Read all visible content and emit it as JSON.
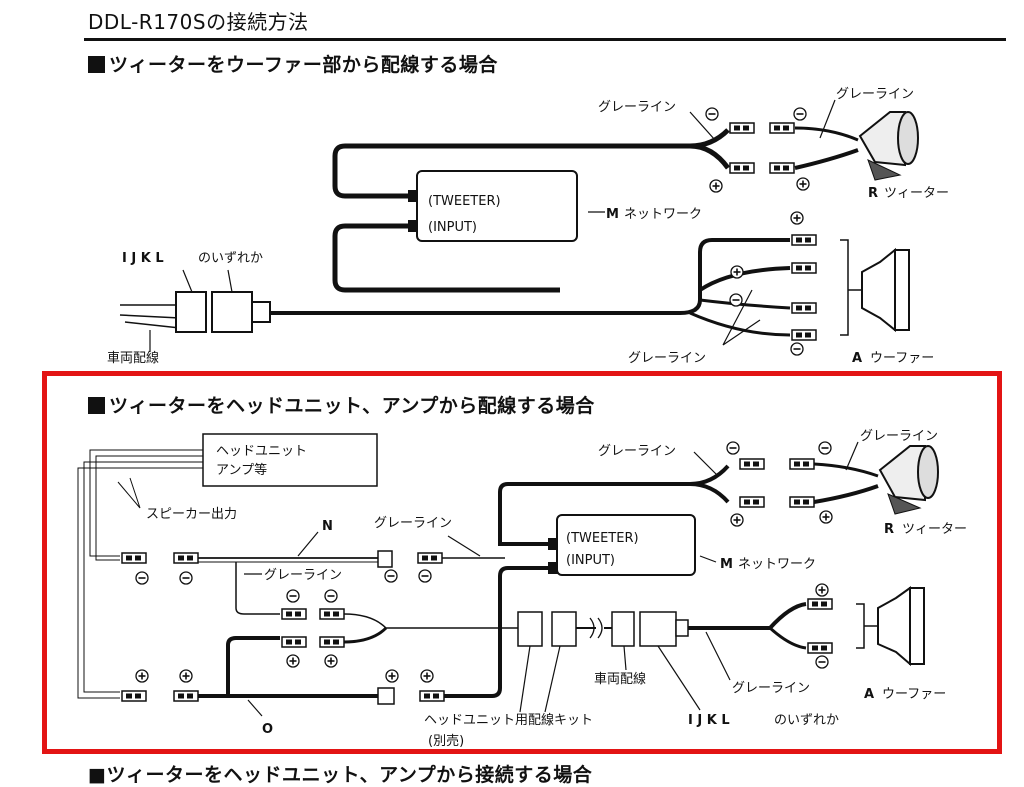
{
  "title": "DDL-R170Sの接続方法",
  "section1": {
    "heading": "ツィーターをウーファー部から配線する場合",
    "gray_line_left": "グレーライン",
    "gray_line_right": "グレーライン",
    "gray_line_bottom": "グレーライン",
    "tweeter_label_letter": "R",
    "tweeter_label": "ツィーター",
    "network_letter": "M",
    "network_label": "ネットワーク",
    "network_line1": "(TWEETER)",
    "network_line2": "(INPUT)",
    "ijkl_letters": "I J K L",
    "ijkl_text": "のいずれか",
    "vehicle_wiring": "車両配線",
    "woofer_letter": "A",
    "woofer_label": "ウーファー"
  },
  "section2": {
    "heading": "ツィーターをヘッドユニット、アンプから配線する場合",
    "head_unit_line1": "ヘッドユニット",
    "head_unit_line2": "アンプ等",
    "speaker_output": "スピーカー出力",
    "n_letter": "N",
    "gray_line_n": "グレーライン",
    "gray_line_mid": "グレーライン",
    "gray_line_top": "グレーライン",
    "gray_line_top_right": "グレーライン",
    "gray_line_lower": "グレーライン",
    "network_line1": "(TWEETER)",
    "network_line2": "(INPUT)",
    "network_letter": "M",
    "network_label": "ネットワーク",
    "tweeter_label_letter": "R",
    "tweeter_label": "ツィーター",
    "vehicle_wiring": "車両配線",
    "woofer_letter": "A",
    "woofer_label": "ウーファー",
    "o_letter": "O",
    "kit_line1": "ヘッドユニット用配線キット",
    "kit_line2": "(別売)",
    "ijkl_letters": "I J K L",
    "ijkl_text": "のいずれか"
  },
  "cutoff_text": "■ツィーターをヘッドユニット、アンプから接続する場合",
  "colors": {
    "frame_red": "#e31414",
    "ink": "#111111"
  }
}
